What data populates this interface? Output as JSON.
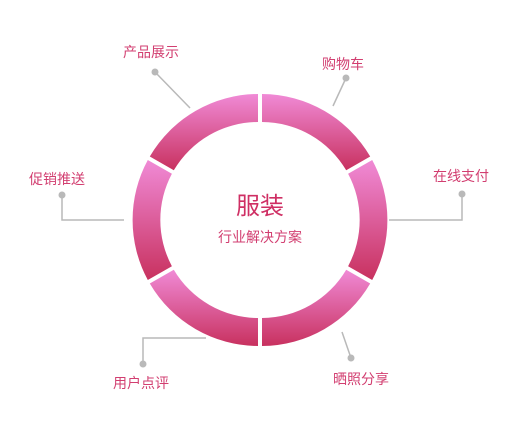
{
  "center": {
    "title": "服装",
    "subtitle": "行业解决方案"
  },
  "segments": [
    {
      "id": "product-display",
      "label": "产品展示"
    },
    {
      "id": "cart",
      "label": "购物车"
    },
    {
      "id": "online-payment",
      "label": "在线支付"
    },
    {
      "id": "photo-share",
      "label": "晒照分享"
    },
    {
      "id": "user-review",
      "label": "用户点评"
    },
    {
      "id": "promotion",
      "label": "促销推送"
    }
  ],
  "colors": {
    "ring_top": "#f08ad6",
    "ring_bottom": "#c8315f",
    "text": "#d23e70",
    "leader": "#b9b9b9"
  }
}
